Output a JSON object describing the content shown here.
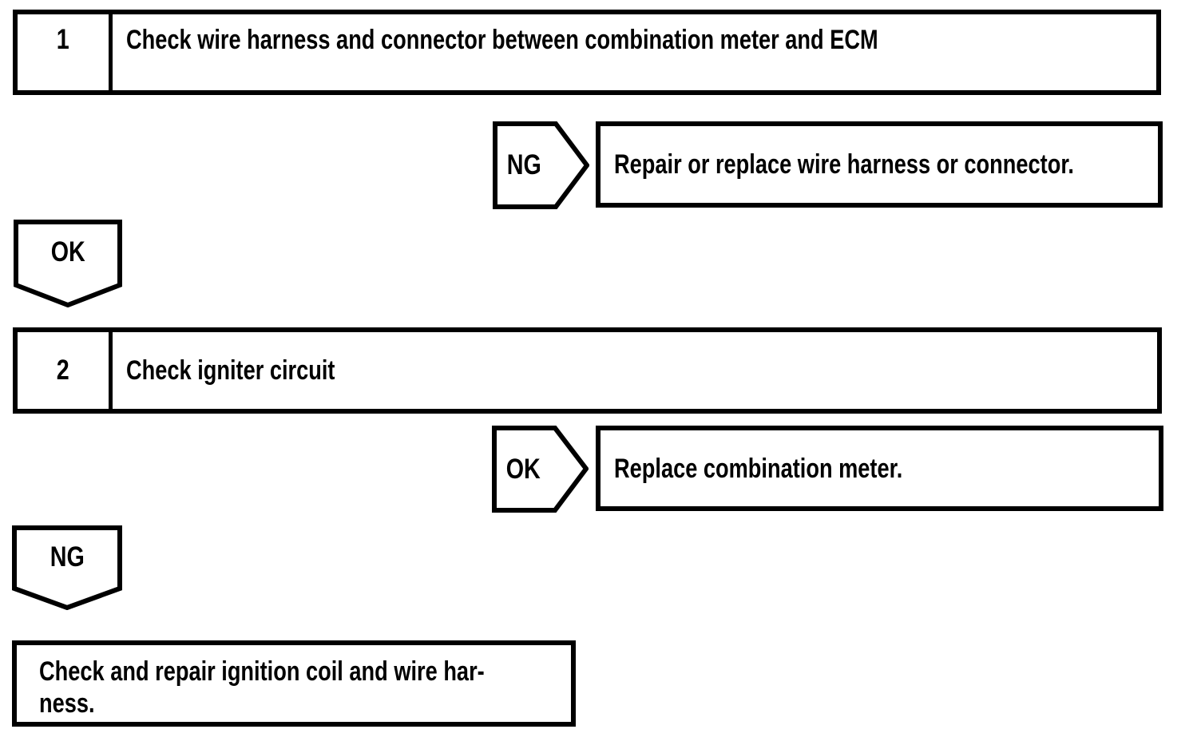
{
  "page": {
    "background_color": "#ffffff",
    "line_color": "#000000",
    "type": "diagnostic-flowchart"
  },
  "steps": [
    {
      "number": "1",
      "title": "Check wire harness and connector between combination meter and ECM"
    },
    {
      "number": "2",
      "title": "Check igniter circuit"
    }
  ],
  "branches": [
    {
      "arrow_label": "NG",
      "result": "Repair or replace wire harness or connector."
    },
    {
      "arrow_label": "OK",
      "result": "Replace combination meter."
    }
  ],
  "connectors": [
    {
      "label": "OK"
    },
    {
      "label": "NG"
    }
  ],
  "final_box": {
    "line1": "Check and repair ignition coil and wire har-",
    "line2": "ness."
  }
}
